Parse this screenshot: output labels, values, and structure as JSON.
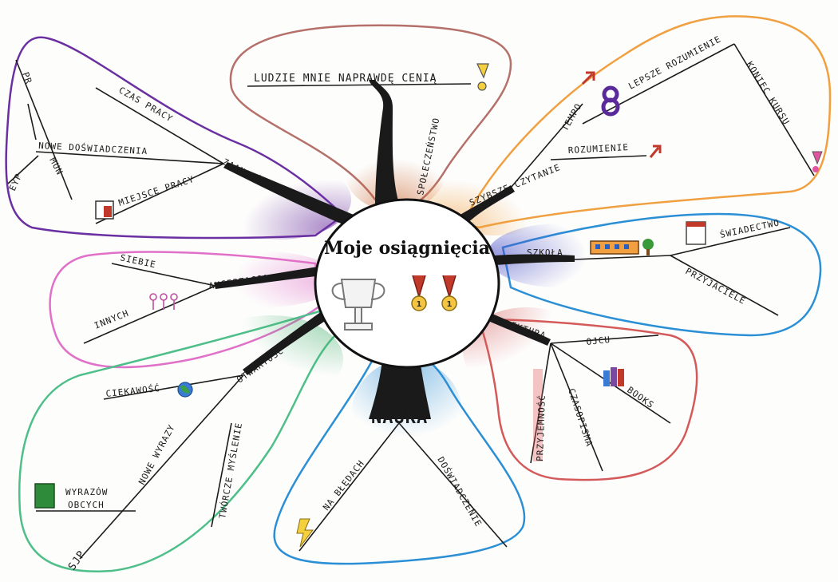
{
  "center": {
    "title": "Moje osiągnięcia"
  },
  "colors": {
    "purple": "#6a2fa0",
    "brown": "#b5706a",
    "orange": "#f0a040",
    "blue": "#2b8fd6",
    "red": "#d45a5a",
    "pink": "#e070c8",
    "green": "#4fbf8a",
    "ink": "#1b1b1b"
  },
  "branches": {
    "top": {
      "branch": "SPOŁECZEŃSTWO",
      "leaf": "LUDZIE MNIE NAPRAWDĘ CENIĄ"
    },
    "purple": {
      "branch": "ZAANGAŻOWANIE",
      "labels": [
        "PR",
        "CZAS PRACY",
        "NOWE DOŚWIADCZENIA",
        "EYP",
        "MUN",
        "MIEJSCE PRACY"
      ]
    },
    "orange": {
      "branch": "SZYBSZE CZYTANIE",
      "labels": [
        "TEMPO",
        "LEPSZE ROZUMIENIE",
        "ROZUMIENIE",
        "KONIEC KURSU"
      ]
    },
    "blue": {
      "branch": "SZKOŁA",
      "labels": [
        "ŚWIADECTWO",
        "PRZYJACIELE"
      ]
    },
    "pink": {
      "branch": "AKCEPTACJA",
      "labels": [
        "SIEBIE",
        "INNYCH"
      ]
    },
    "green": {
      "branch": "OTWARTOŚĆ",
      "labels": [
        "CIEKAWOŚĆ",
        "NOWE WYRAZY",
        "TWÓRCZE MYŚLENIE",
        "WYRAZÓW",
        "OBCYCH",
        "SJP"
      ]
    },
    "nauka": {
      "branch": "NAUKA",
      "labels": [
        "NA BŁĘDACH",
        "DOŚWIADCZENIE"
      ]
    },
    "lektura": {
      "branch": "LEKTURA",
      "labels": [
        "OJCU",
        "BOOKS",
        "CZASOPISMA",
        "PRZYJEMNOŚĆ"
      ]
    }
  }
}
